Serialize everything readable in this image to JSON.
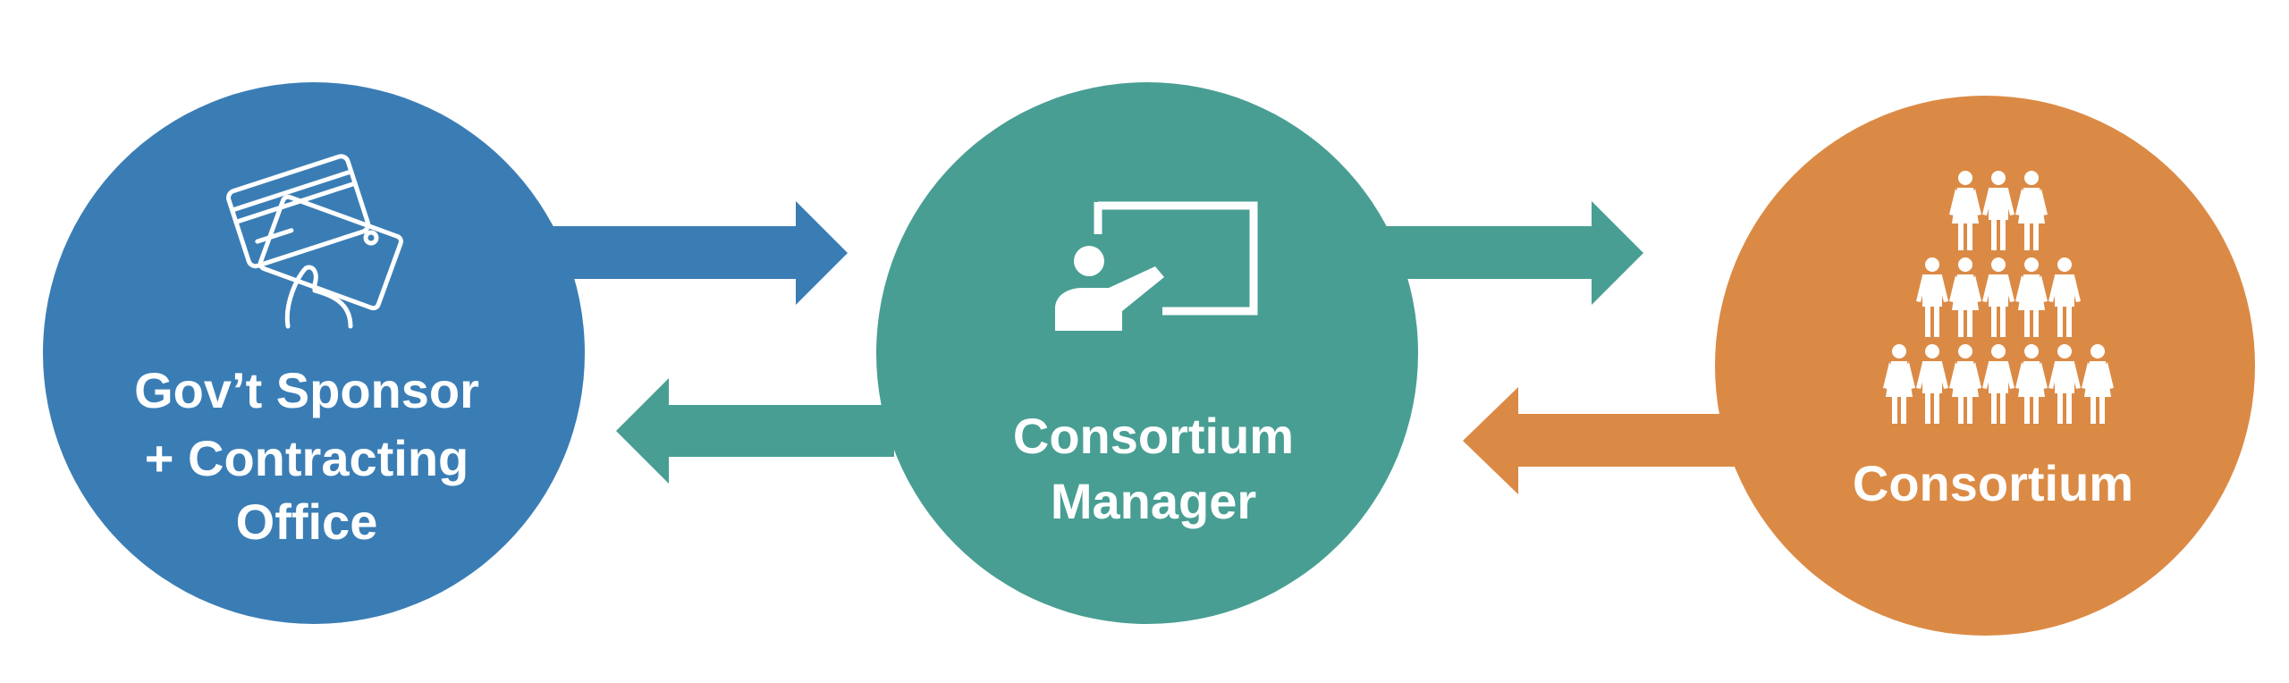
{
  "colors": {
    "blue": "#3a7db5",
    "teal": "#489e93",
    "orange": "#db8a45",
    "background": "#ffffff"
  },
  "nodes": [
    {
      "id": "gov",
      "icon": "credit-card-payment-icon",
      "lines": [
        "Gov’t Sponsor",
        "+ Contracting",
        "Office"
      ]
    },
    {
      "id": "manager",
      "icon": "presenter-whiteboard-icon",
      "lines": [
        "Consortium",
        "Manager"
      ]
    },
    {
      "id": "consortium",
      "icon": "people-pyramid-icon",
      "lines": [
        "Consortium"
      ]
    }
  ],
  "people_rows": [
    3,
    5,
    7
  ]
}
